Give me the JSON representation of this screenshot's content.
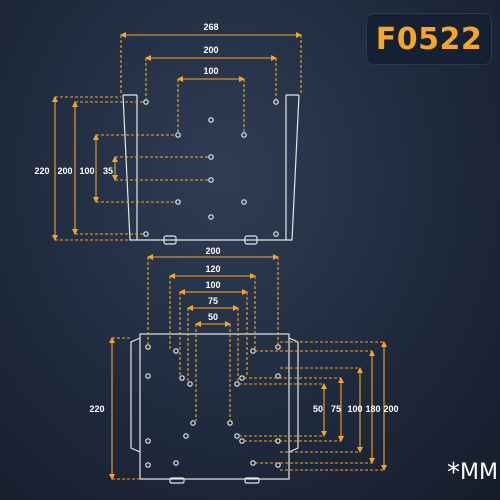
{
  "product": {
    "code": "F0522"
  },
  "units": {
    "star": "*",
    "label": "MM"
  },
  "colors": {
    "accent": "#f5a623",
    "line": "#e6e6e6",
    "background": "#1f2a3d"
  },
  "top_bracket": {
    "widths": [
      "268",
      "200",
      "100"
    ],
    "heights": [
      "220",
      "200",
      "100",
      "35"
    ]
  },
  "bottom_bracket": {
    "widths": [
      "200",
      "120",
      "100",
      "75",
      "50"
    ],
    "heights_left": [
      "220"
    ],
    "heights_right": [
      "50",
      "75",
      "100",
      "180",
      "200"
    ]
  }
}
